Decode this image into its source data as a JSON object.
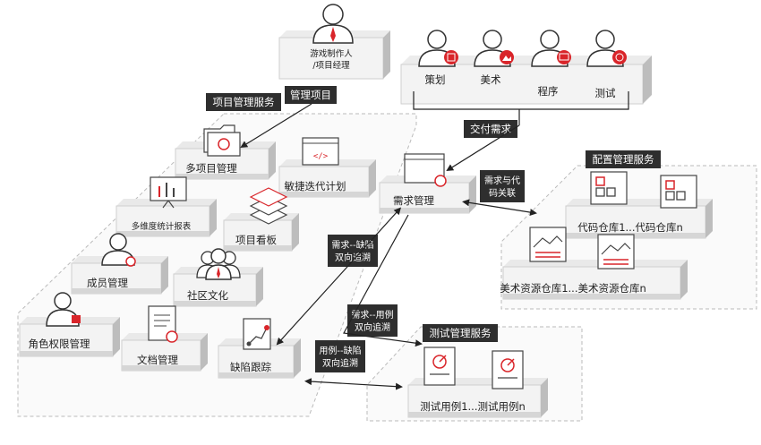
{
  "roles": {
    "producer": "游戏制作人",
    "producer_sub": "/项目经理",
    "planning": "策划",
    "art": "美术",
    "program": "程序",
    "test": "测试"
  },
  "tags": {
    "manage_project": "管理项目",
    "project_mgmt_service": "项目管理服务",
    "deliver_requirements": "交付需求",
    "config_mgmt_service": "配置管理服务",
    "test_mgmt_service": "测试管理服务",
    "req_code_link_1": "需求与代",
    "req_code_link_2": "码关联",
    "req_defect_trace_1": "需求--缺陷",
    "req_defect_trace_2": "双向追溯",
    "req_case_trace_1": "需求--用例",
    "req_case_trace_2": "双向追溯",
    "case_defect_trace_1": "用例--缺陷",
    "case_defect_trace_2": "双向追溯"
  },
  "modules": {
    "multi_project": "多项目管理",
    "agile_plan": "敏捷迭代计划",
    "requirements": "需求管理",
    "stats_report": "多维度统计报表",
    "kanban": "项目看板",
    "members": "成员管理",
    "community": "社区文化",
    "permissions": "角色权限管理",
    "documents": "文档管理",
    "defects": "缺陷跟踪",
    "code_repo": "代码仓库1...代码仓库n",
    "art_repo": "美术资源仓库1...美术资源仓库n",
    "test_cases": "测试用例1...测试用例n"
  },
  "colors": {
    "accent_red": "#d9252a",
    "tag_dark": "#2e2e2e",
    "platform_top": "#f3f3f3",
    "platform_front": "#d6d6d6",
    "platform_side": "#bdbdbd",
    "dashed_border": "#bbbbbb"
  },
  "icons": {
    "producer": "person-tie-icon",
    "planning": "person-document-icon",
    "art": "person-image-icon",
    "program": "person-screen-icon",
    "test": "person-target-icon"
  }
}
